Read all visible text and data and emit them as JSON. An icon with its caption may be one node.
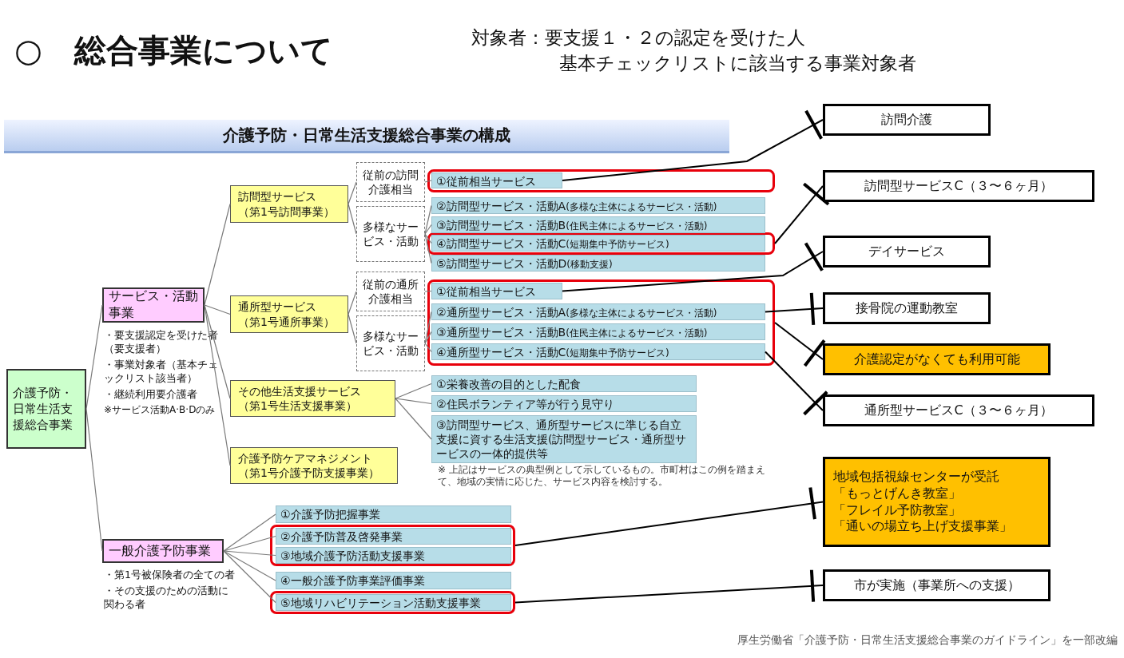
{
  "diagram": {
    "title": "○　総合事業について",
    "caption": "厚生労働省「介護予防・日常生活支援総合事業のガイドライン」を一部改編",
    "nodes": [
      {
        "text": [
          "介護予防・日常生活支援総合事業の構成"
        ]
      },
      {
        "text": [
          "介護予防・日常生活支援総合事業"
        ]
      },
      {
        "text": [
          "サービス・活動事業"
        ],
        "beside": [
          "・要支援認定を受けた者（要支援者）",
          "・事業対象者（基本チェックリスト該当者）",
          "・継続利用要介護者",
          "※サービス活動A·B·Dのみ"
        ]
      },
      {
        "text": [
          "訪問型サービス",
          "（第1号訪問事業）"
        ]
      },
      {
        "text": [
          "従前の訪問介護相当"
        ]
      },
      {
        "text": [
          "多様なサービス・活動"
        ]
      },
      {
        "text": [],
        "shape": "box"
      },
      {
        "text": [
          "①従前相当サービス"
        ],
        "in": 6
      },
      {
        "text": [
          "②訪問型サービス・活動A",
          "(多様な主体によるサービス・活動)"
        ]
      },
      {
        "text": [
          "③訪問型サービス・活動B",
          "(住民主体によるサービス・活動)"
        ]
      },
      {
        "text": [],
        "shape": "box"
      },
      {
        "text": [
          "④訪問型サービス・活動C",
          "(短期集中予防サービス)"
        ],
        "in": 10
      },
      {
        "text": [
          "⑤訪問型サービス・活動D",
          "(移動支援)"
        ]
      },
      {
        "text": [
          "通所型サービス",
          "（第1号通所事業）"
        ]
      },
      {
        "text": [
          "従前の通所介護相当"
        ]
      },
      {
        "text": [
          "多様なサービス・活動"
        ]
      },
      {
        "text": [],
        "shape": "box"
      },
      {
        "text": [
          "①従前相当サービス"
        ],
        "in": 16
      },
      {
        "text": [
          "②通所型サービス・活動A",
          "(多様な主体によるサービス・活動)"
        ],
        "in": 16
      },
      {
        "text": [
          "③通所型サービス・活動B",
          "(住民主体によるサービス・活動)"
        ],
        "in": 16
      },
      {
        "text": [
          "④通所型サービス・活動C",
          "(短期集中予防サービス)"
        ],
        "in": 16
      },
      {
        "text": [
          "その他生活支援サービス",
          "（第1号生活支援事業）"
        ]
      },
      {
        "text": [
          "①栄養改善の目的とした配食"
        ]
      },
      {
        "text": [
          "②住民ボランティア等が行う見守り"
        ]
      },
      {
        "text": [
          "③訪問型サービス、通所型サービスに準じる自立支援に資する生活支援(訪問型サービス・通所型サービスの一体的提供等"
        ]
      },
      {
        "text": [
          "介護予防ケアマネジメント",
          "（第1号介護予防支援事業）"
        ]
      },
      {
        "text": [
          "一般介護予防事業"
        ],
        "beside": [
          "・第1号被保険者の全ての者",
          "・その支援のための活動に関わる者"
        ]
      },
      {
        "text": [
          "①介護予防把握事業"
        ]
      },
      {
        "text": [],
        "shape": "box"
      },
      {
        "text": [
          "②介護予防普及啓発事業"
        ],
        "in": 28
      },
      {
        "text": [
          "③地域介護予防活動支援事業"
        ],
        "in": 28
      },
      {
        "text": [
          "④一般介護予防事業評価事業"
        ]
      },
      {
        "text": [],
        "shape": "box"
      },
      {
        "text": [
          "⑤地域リハビリテーション活動支援事業"
        ],
        "in": 32
      },
      {
        "text": [
          "訪問介護"
        ]
      },
      {
        "text": [
          "訪問型サービスC（３〜６ヶ月）"
        ]
      },
      {
        "text": [
          "デイサービス"
        ]
      },
      {
        "text": [
          "接骨院の運動教室"
        ]
      },
      {
        "text": [
          "介護認定がなくても利用可能"
        ]
      },
      {
        "text": [
          "通所型サービスC（３〜６ヶ月）"
        ]
      },
      {
        "text": [
          "地域包括視線センターが受託",
          "「もっとげんき教室」",
          "「フレイル予防教室」",
          "「通いの場立ち上げ支援事業」"
        ]
      },
      {
        "text": [
          "市が実施（事業所への支援）"
        ]
      }
    ],
    "edges": [
      {
        "from": 1,
        "to": 2,
        "arrow": "none"
      },
      {
        "from": 1,
        "to": 26,
        "arrow": "none"
      },
      {
        "from": 2,
        "to": 3,
        "arrow": "none"
      },
      {
        "from": 2,
        "to": 13,
        "arrow": "none"
      },
      {
        "from": 2,
        "to": 21,
        "arrow": "none"
      },
      {
        "from": 2,
        "to": 25,
        "arrow": "none"
      },
      {
        "from": 3,
        "to": 4,
        "arrow": "none"
      },
      {
        "from": 3,
        "to": 5,
        "arrow": "none"
      },
      {
        "from": 4,
        "to": 7,
        "arrow": "none"
      },
      {
        "from": 5,
        "to": 8,
        "arrow": "none"
      },
      {
        "from": 5,
        "to": 9,
        "arrow": "none"
      },
      {
        "from": 5,
        "to": 11,
        "arrow": "none"
      },
      {
        "from": 5,
        "to": 12,
        "arrow": "none"
      },
      {
        "from": 13,
        "to": 14,
        "arrow": "none"
      },
      {
        "from": 13,
        "to": 15,
        "arrow": "none"
      },
      {
        "from": 14,
        "to": 17,
        "arrow": "none"
      },
      {
        "from": 15,
        "to": 18,
        "arrow": "none"
      },
      {
        "from": 15,
        "to": 19,
        "arrow": "none"
      },
      {
        "from": 15,
        "to": 20,
        "arrow": "none"
      },
      {
        "from": 21,
        "to": 22,
        "arrow": "none"
      },
      {
        "from": 21,
        "to": 23,
        "arrow": "none"
      },
      {
        "from": 21,
        "to": 24,
        "arrow": "none"
      },
      {
        "from": 26,
        "to": 27,
        "arrow": "none"
      },
      {
        "from": 26,
        "to": 29,
        "arrow": "none"
      },
      {
        "from": 26,
        "to": 30,
        "arrow": "none"
      },
      {
        "from": 26,
        "to": 31,
        "arrow": "none"
      },
      {
        "from": 26,
        "to": 33,
        "arrow": "none"
      },
      {
        "from": 7,
        "to": 34,
        "arrow": "other",
        "color": "#000000"
      },
      {
        "from": 10,
        "to": 35,
        "arrow": "other",
        "color": "#000000"
      },
      {
        "from": 17,
        "to": 36,
        "arrow": "other",
        "color": "#000000"
      },
      {
        "from": 18,
        "to": 37,
        "arrow": "other",
        "color": "#000000"
      },
      {
        "from": 16,
        "to": 38,
        "arrow": "other",
        "color": "#000000"
      },
      {
        "from": 20,
        "to": 39,
        "arrow": "other",
        "color": "#000000"
      },
      {
        "from": 28,
        "to": 40,
        "arrow": "other",
        "color": "#000000"
      },
      {
        "from": 32,
        "to": 41,
        "arrow": "other",
        "color": "#000000"
      }
    ],
    "labels": [
      "対象者：要支援１・２の認定を受けた人",
      "基本チェックリストに該当する事業対象者",
      "※ 上記はサービスの典型例として示しているもの。市町村はこの例を踏まえて、地域の実情に応じた、サービス内容を検討する。"
    ]
  }
}
